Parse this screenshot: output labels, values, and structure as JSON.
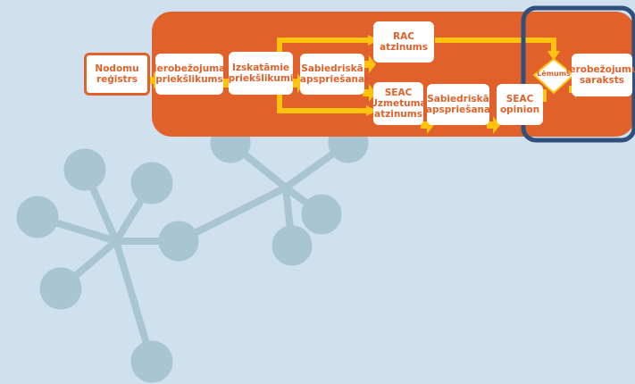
{
  "colors": {
    "background": "#cfe1ee",
    "panel": "#e0622a",
    "arrow": "#ffc20e",
    "highlight": "#2f4f7c",
    "molecule": "#a9c4d3",
    "text": "#e0622a"
  },
  "boxes": {
    "nodomu": "Nodomu\nreģistrs",
    "ierobezojuma_priekslikums": "Ierobežojuma\npriekšlikums",
    "izskatamie": "Izskatāmie\npriekšlikumi",
    "sabiedriska_1": "Sabiedriskā\napspriešana",
    "rac": "RAC\natzinums",
    "seac_uzmetuma": "SEAC\nUzmetuma\natzinums",
    "sabiedriska_2": "Sabiedriskā\napspriešana",
    "seac_opinion": "SEAC\nopinion",
    "ierobezojumu_saraksts": "Ierobežojumu\nsaraksts"
  },
  "decision": "Lēmums"
}
